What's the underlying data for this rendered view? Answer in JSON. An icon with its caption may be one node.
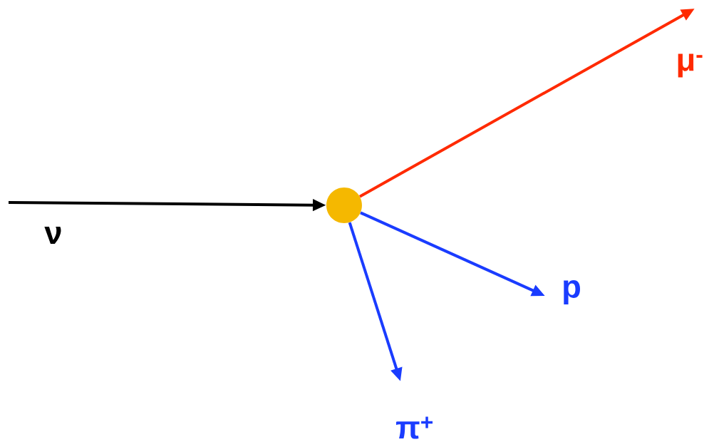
{
  "diagram": {
    "nodes": [
      {
        "text": [],
        "shape": "circle"
      },
      {
        "text": [
          "μ$^{-}$"
        ]
      },
      {
        "text": [
          "p"
        ]
      },
      {
        "text": [
          "π$^{+}$"
        ]
      }
    ],
    "edges": [
      {
        "from": null,
        "to": 0,
        "arrow": "to",
        "color": "#000000"
      },
      {
        "from": 0,
        "to": 1,
        "arrow": "to",
        "color": "#ff2a00"
      },
      {
        "from": 0,
        "to": 2,
        "arrow": "to",
        "color": "#1a3cff"
      },
      {
        "from": 0,
        "to": 3,
        "arrow": "to",
        "color": "#1a3cff"
      }
    ],
    "labels": [
      "ν"
    ]
  }
}
